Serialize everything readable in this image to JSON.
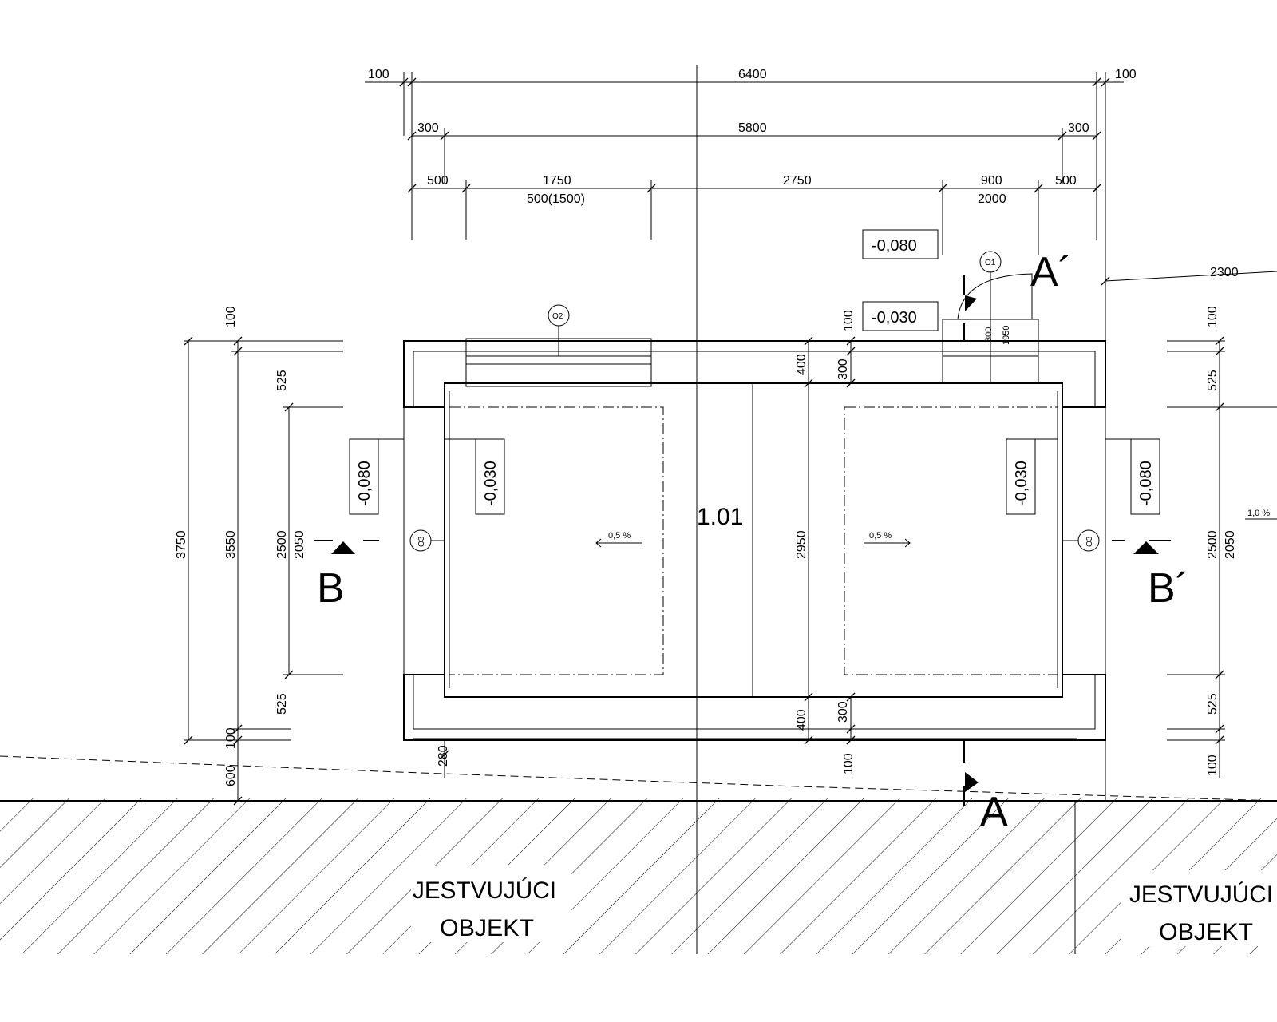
{
  "dimensions": {
    "top": {
      "row1": [
        "100",
        "6400",
        "100"
      ],
      "row2": [
        "300",
        "5800",
        "300"
      ],
      "row3": [
        "500",
        "1750",
        "2750",
        "900",
        "500"
      ],
      "row3_sub": [
        "500(1500)",
        "2000"
      ],
      "side_right": "2300"
    },
    "left": {
      "outer": [
        "3750",
        "3550",
        "600"
      ],
      "segments": [
        "100",
        "525",
        "2500",
        "525",
        "100"
      ],
      "inner": "2050",
      "bottom_offset": "280"
    },
    "right": {
      "segments": [
        "100",
        "525",
        "2500",
        "525",
        "100"
      ],
      "inner": "2050"
    },
    "center": {
      "wall_upper": [
        "400",
        "300",
        "100"
      ],
      "wall_lower": [
        "400",
        "300",
        "100"
      ],
      "height": "2950",
      "door_width": "800",
      "door_height": "1950"
    }
  },
  "levels": {
    "top_1": "-0,080",
    "top_2": "-0,030",
    "left_outer": "-0,080",
    "left_inner": "-0,030",
    "right_inner": "-0,030",
    "right_outer": "-0,080"
  },
  "slopes": {
    "left_room": "0,5 %",
    "right_room": "0,5 %",
    "outside_right": "1,0 %"
  },
  "room_number": "1.01",
  "openings": {
    "o1": "O1",
    "o2": "O2",
    "o3_left": "O3",
    "o3_right": "O3"
  },
  "sections": {
    "a_bottom": "A",
    "a_top": "A´",
    "b_left": "B",
    "b_right": "B´"
  },
  "labels": {
    "existing_left_1": "JESTVUJÚCI",
    "existing_left_2": "OBJEKT",
    "existing_right_1": "JESTVUJÚCI",
    "existing_right_2": "OBJEKT"
  }
}
